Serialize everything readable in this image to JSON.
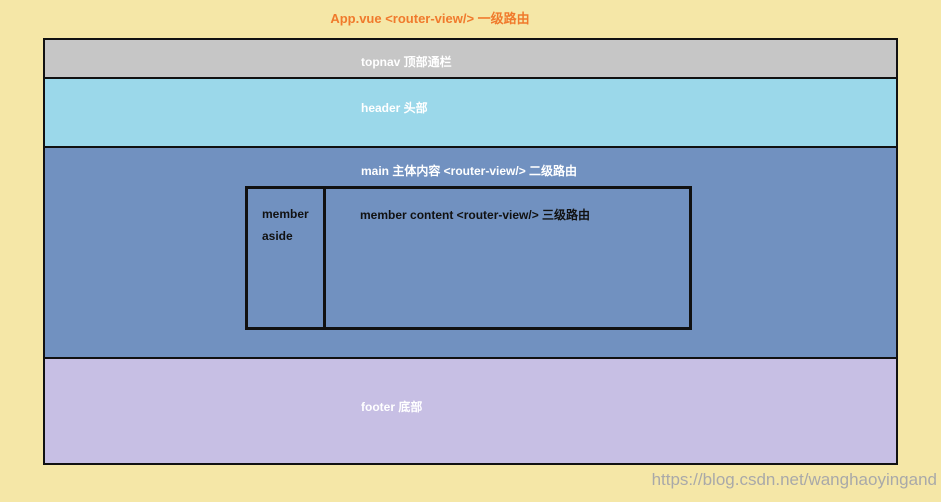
{
  "title": "App.vue <router-view/> 一级路由",
  "topnav": {
    "label": "topnav  顶部通栏"
  },
  "header": {
    "label": "header 头部"
  },
  "main": {
    "label": "main  主体内容  <router-view/> 二级路由",
    "member": {
      "aside_line1": "member",
      "aside_line2": "aside",
      "content_label": "member content <router-view/> 三级路由"
    }
  },
  "footer": {
    "label": "footer 底部"
  },
  "watermark": "https://blog.csdn.net/wanghaoyingand",
  "colors": {
    "background": "#F5E7A7",
    "title": "#F07A2C",
    "topnav": "#C6C6C6",
    "header": "#9BD8EA",
    "main": "#7191C0",
    "footer": "#C7BFE4"
  }
}
